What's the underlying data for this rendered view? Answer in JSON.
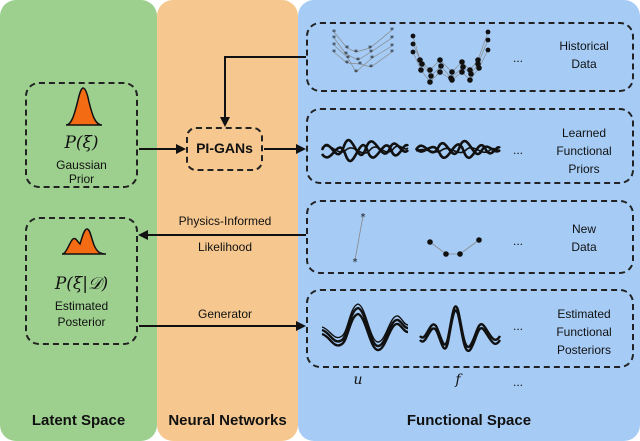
{
  "colors": {
    "latent_bg": "#9dd08f",
    "nn_bg": "#f6c890",
    "functional_bg": "#a6ccf6",
    "density_fill": "#f36b12"
  },
  "columns": {
    "latent": "Latent Space",
    "neural": "Neural Networks",
    "functional": "Functional Space"
  },
  "latent": {
    "prior_math": "P(ξ)",
    "prior_label_1": "Gaussian",
    "prior_label_2": "Prior",
    "posterior_math": "P(ξ|𝒟)",
    "posterior_label_1": "Estimated",
    "posterior_label_2": "Posterior"
  },
  "neural": {
    "pigans_label": "PI-GANs"
  },
  "arrows": {
    "physics_1": "Physics-Informed",
    "physics_2": "Likelihood",
    "generator": "Generator"
  },
  "functional": {
    "historical_1": "Historical",
    "historical_2": "Data",
    "learned_1": "Learned",
    "learned_2": "Functional",
    "learned_3": "Priors",
    "new_1": "New",
    "new_2": "Data",
    "estimated_1": "Estimated",
    "estimated_2": "Functional",
    "estimated_3": "Posteriors",
    "ellipsis": "...",
    "var_u": "u",
    "var_f": "f"
  }
}
